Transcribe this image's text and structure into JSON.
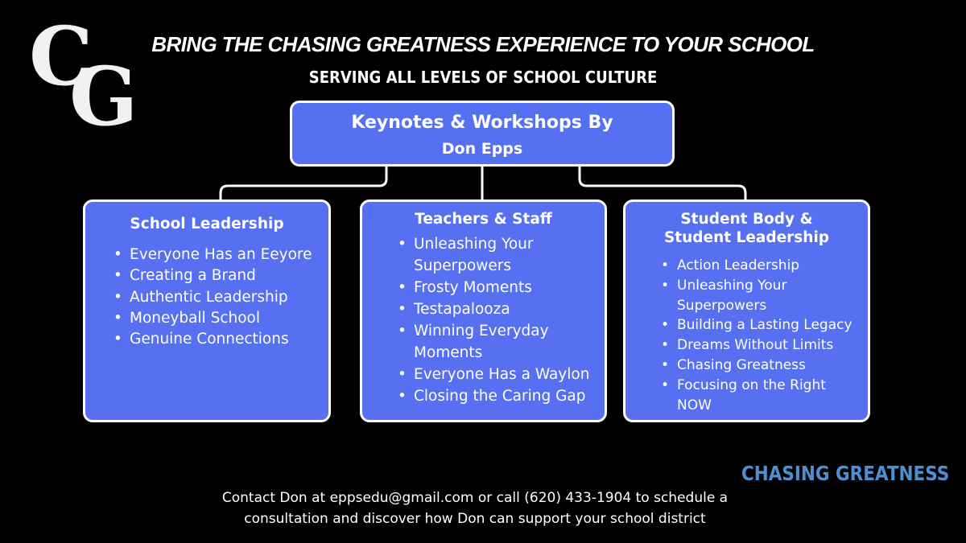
{
  "logo": {
    "letter1": "C",
    "letter2": "G"
  },
  "headline": "BRING THE CHASING GREATNESS EXPERIENCE TO YOUR SCHOOL",
  "subheadline": "SERVING ALL LEVELS OF SCHOOL CULTURE",
  "root": {
    "line1": "Keynotes & Workshops By",
    "line2": "Don Epps"
  },
  "categories": [
    {
      "title": "School Leadership",
      "items": [
        "Everyone Has an Eeyore",
        "Creating a Brand",
        "Authentic Leadership",
        "Moneyball School",
        "Genuine Connections"
      ]
    },
    {
      "title": "Teachers & Staff",
      "items": [
        "Unleashing Your Superpowers",
        "Frosty Moments",
        "Testapalooza",
        "Winning Everyday Moments",
        "Everyone Has a Waylon",
        "Closing the Caring Gap"
      ]
    },
    {
      "title_line1": "Student Body &",
      "title_line2": "Student Leadership",
      "items": [
        "Action Leadership",
        "Unleashing Your Superpowers",
        "Building a Lasting Legacy",
        "Dreams Without Limits",
        "Chasing Greatness",
        "Focusing on the Right NOW"
      ]
    }
  ],
  "brand": "CHASING GREATNESS",
  "contact": {
    "line1": "Contact Don at eppsedu@gmail.com or call (620) 433-1904 to schedule a",
    "line2": "consultation and discover how Don can support your school district"
  },
  "colors": {
    "background": "#000000",
    "box_fill": "#5770f2",
    "border": "#ffffff",
    "brand": "#4e8fd2"
  }
}
